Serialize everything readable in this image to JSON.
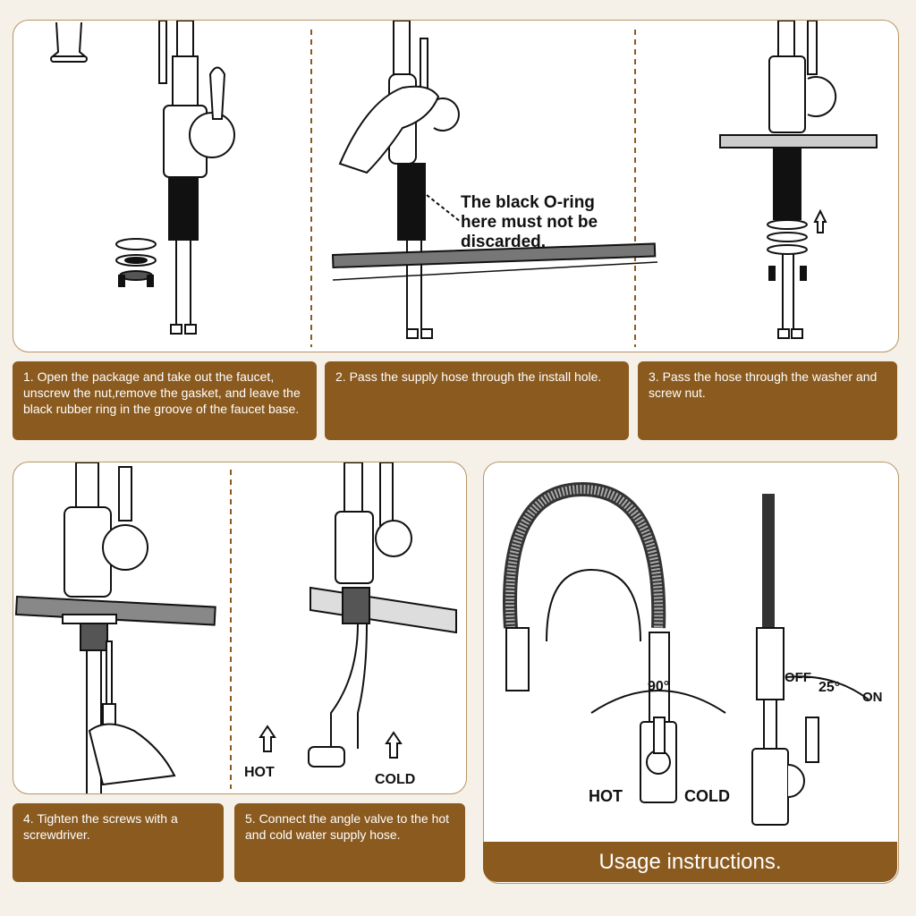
{
  "captions": {
    "step1": "1. Open the package and take out the faucet, unscrew the nut,remove the gasket, and leave the black rubber ring in the groove of the faucet base.",
    "step2": "2. Pass the supply hose through the install hole.",
    "step3": "3. Pass the hose through the washer and screw nut.",
    "step4": "4. Tighten the screws with a screwdriver.",
    "step5": "5. Connect the angle valve to the hot and cold water supply hose."
  },
  "callout": "The black O-ring here must not be discarded.",
  "labels": {
    "hot": "HOT",
    "cold": "COLD",
    "hot_usage": "HOT",
    "cold_usage": "COLD",
    "angle_90": "90°",
    "off": "OFF",
    "angle_25": "25°",
    "on": "ON"
  },
  "usage_title": "Usage instructions.",
  "colors": {
    "brown": "#8a5a1f",
    "panel_border": "#b99565",
    "background": "#f5f0e8"
  }
}
